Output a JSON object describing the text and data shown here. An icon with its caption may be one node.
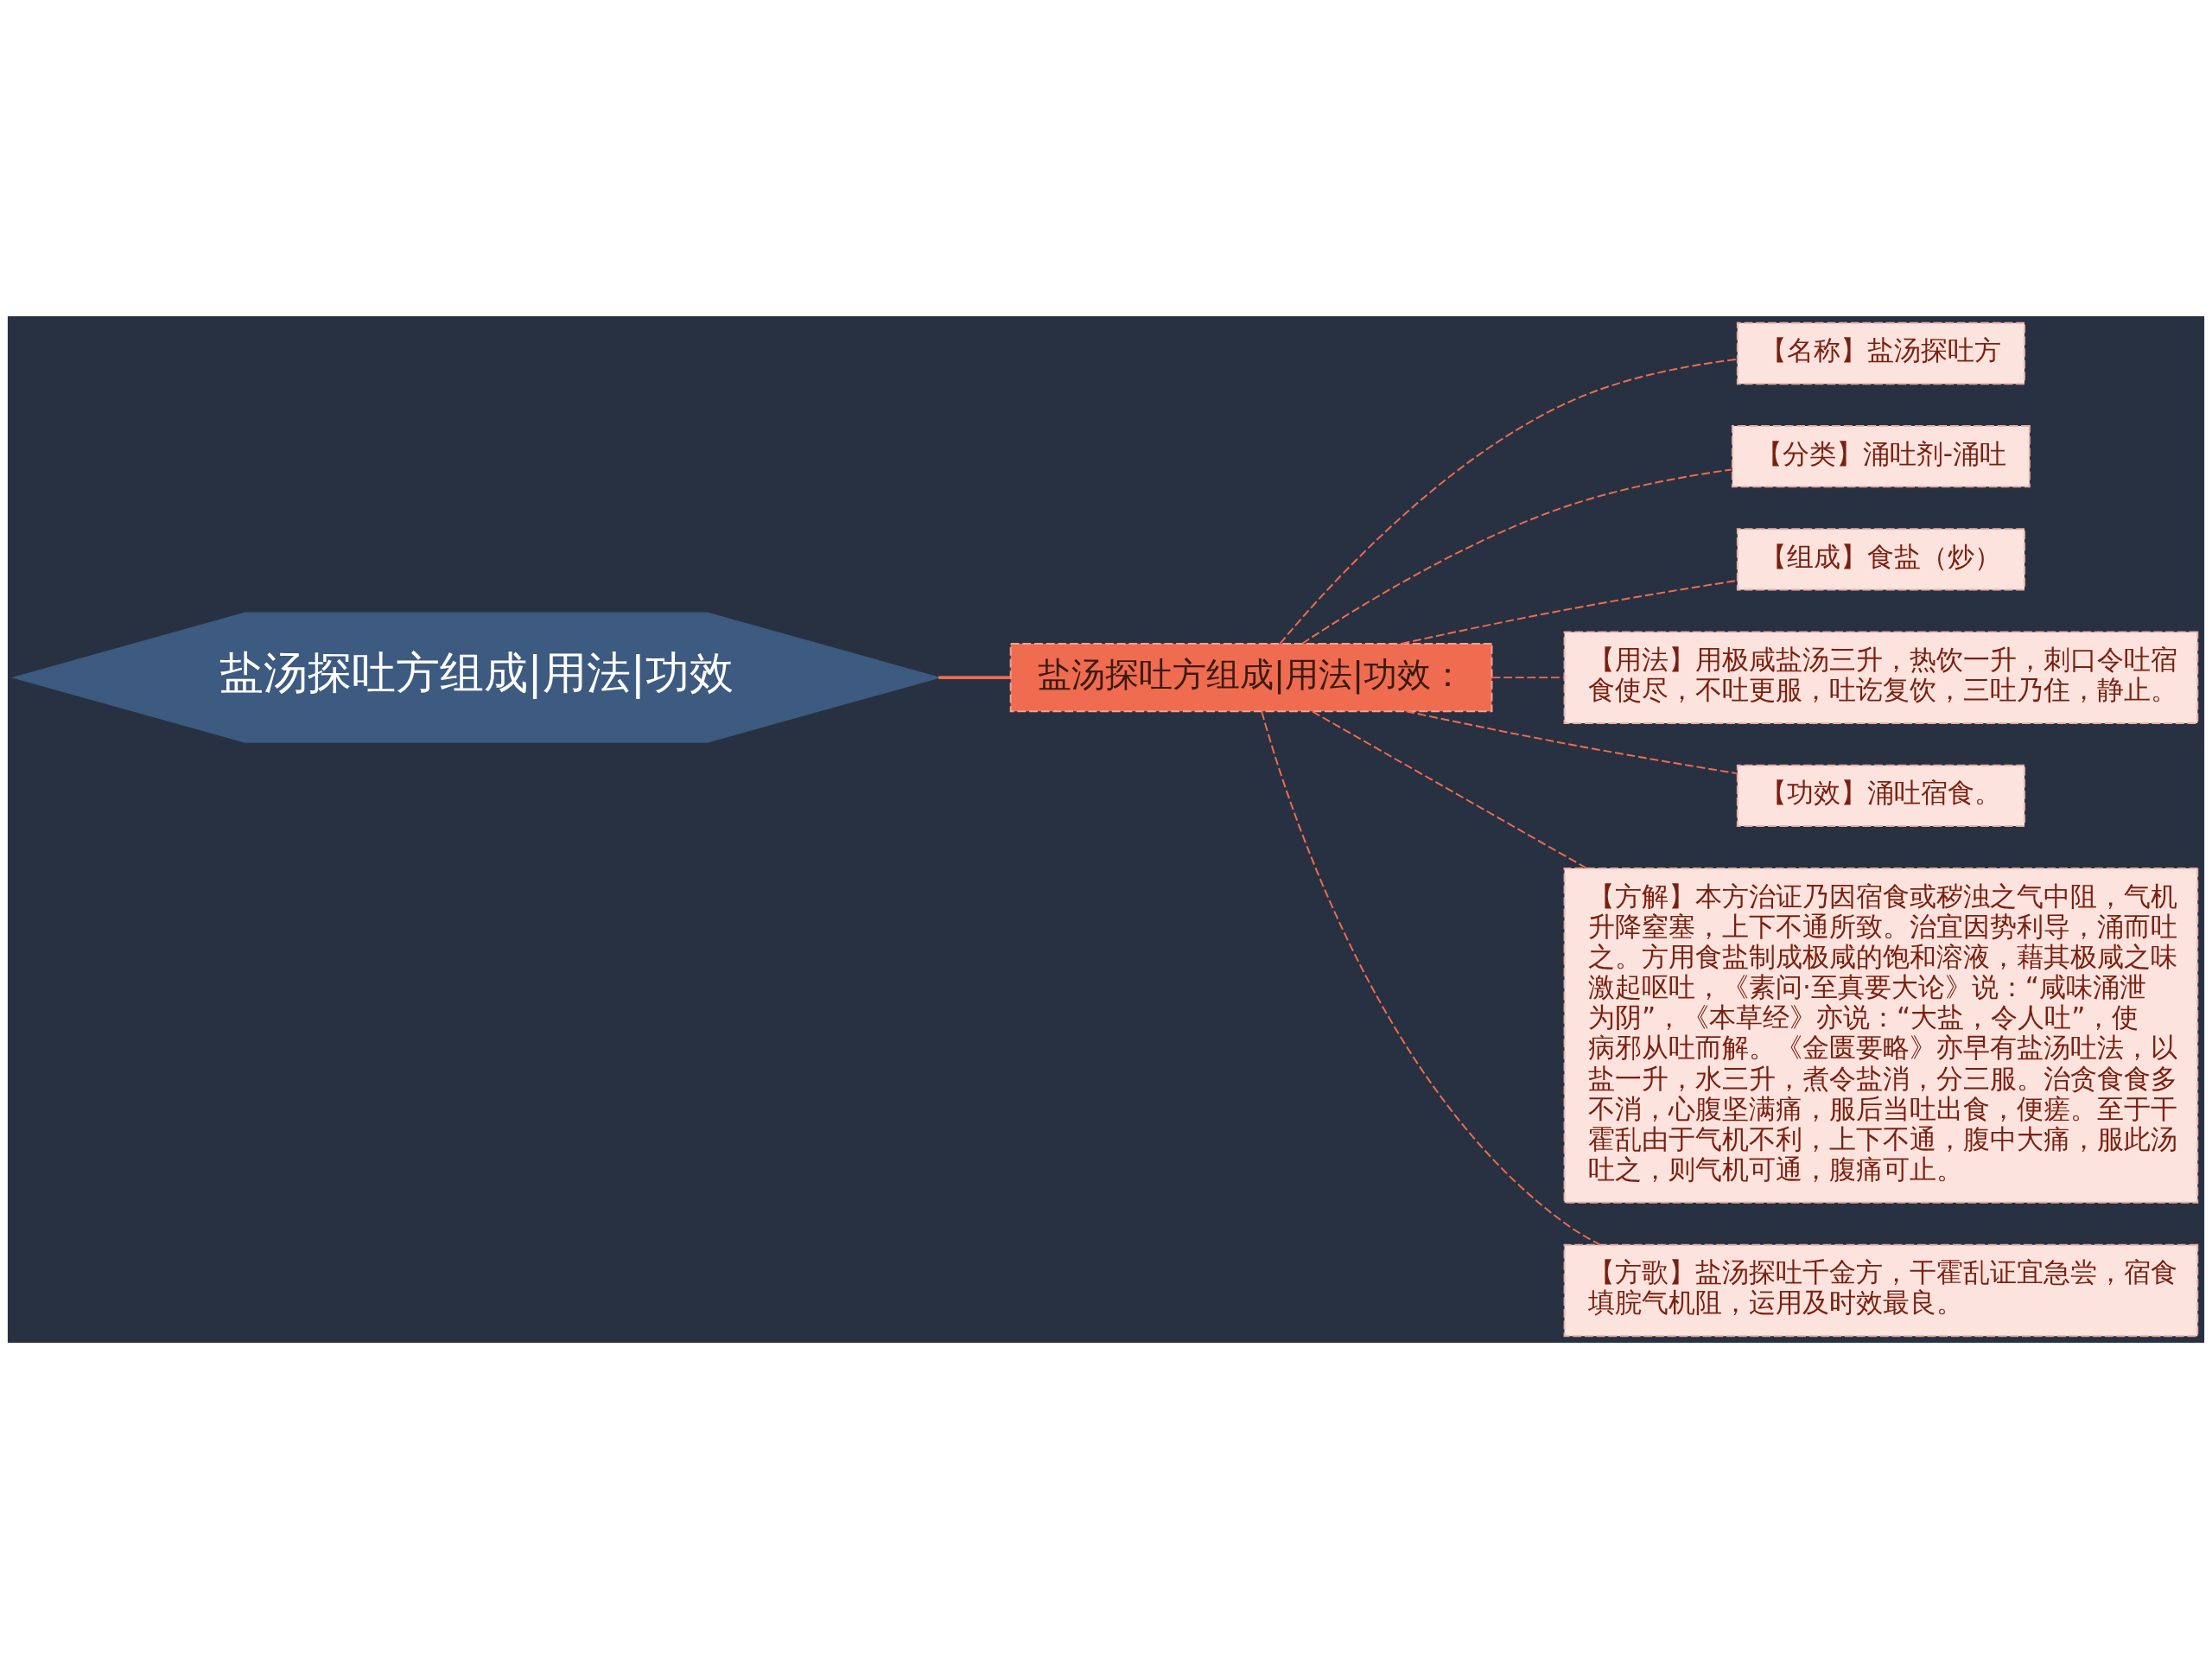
{
  "diagram": {
    "nodes": [
      {
        "text": [
          "盐汤探吐方组成|用法|功效"
        ]
      },
      {
        "text": [
          "盐汤探吐方组成|用法|功效："
        ]
      },
      {
        "text": [
          "【名称】盐汤探吐方"
        ]
      },
      {
        "text": [
          "【分类】涌吐剂-涌吐"
        ]
      },
      {
        "text": [
          "【组成】食盐（炒）"
        ]
      },
      {
        "text": [
          "【用法】用极咸盐汤三升，热饮一升，刺口令吐宿食使尽，不吐更服，吐讫复饮，三吐乃住，静止。"
        ]
      },
      {
        "text": [
          "【功效】涌吐宿食。"
        ]
      },
      {
        "text": [
          "【方解】本方治证乃因宿食或秽浊之气中阻，气机升降窒塞，上下不通所致。治宜因势利导，涌而吐之。方用食盐制成极咸的饱和溶液，藉其极咸之味激起呕吐，《素问·至真要大论》说：“咸味涌泄为阴”，《本草经》亦说：“大盐，令人吐”，使病邪从吐而解。《金匮要略》亦早有盐汤吐法，以盐一升，水三升，煮令盐消，分三服。治贪食食多不消，心腹坚满痛，服后当吐出食，便瘥。至于干霍乱由于气机不利，上下不通，腹中大痛，服此汤吐之，则气机可通，腹痛可止。"
        ]
      },
      {
        "text": [
          "【方歌】盐汤探吐千金方，干霍乱证宜急尝，宿食填脘气机阻，运用及时效最良。"
        ]
      }
    ],
    "edges": [
      {
        "from": 0,
        "to": 1,
        "arrow": "none"
      },
      {
        "from": 1,
        "to": 2,
        "arrow": "none",
        "style": "dashed"
      },
      {
        "from": 1,
        "to": 3,
        "arrow": "none",
        "style": "dashed"
      },
      {
        "from": 1,
        "to": 4,
        "arrow": "none",
        "style": "dashed"
      },
      {
        "from": 1,
        "to": 5,
        "arrow": "none",
        "style": "dashed"
      },
      {
        "from": 1,
        "to": 6,
        "arrow": "none",
        "style": "dashed"
      },
      {
        "from": 1,
        "to": 7,
        "arrow": "none",
        "style": "dashed"
      },
      {
        "from": 1,
        "to": 8,
        "arrow": "none",
        "style": "dashed"
      }
    ]
  }
}
